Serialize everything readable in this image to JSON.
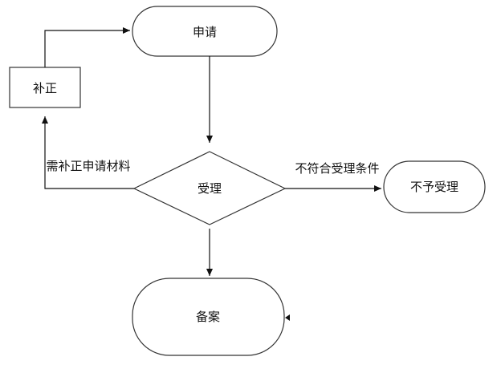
{
  "diagram": {
    "nodes": {
      "apply": {
        "label": "申请",
        "shape": "rounded-rectangle"
      },
      "supplement": {
        "label": "补正",
        "shape": "rectangle"
      },
      "accept": {
        "label": "受理",
        "shape": "diamond"
      },
      "reject": {
        "label": "不予受理",
        "shape": "rounded-rectangle"
      },
      "record": {
        "label": "备案",
        "shape": "rounded-rectangle"
      }
    },
    "edges": {
      "need_supplement": {
        "label": "需补正申请材料"
      },
      "not_qualified": {
        "label": "不符合受理条件"
      }
    }
  },
  "colors": {
    "stroke": "#333333",
    "arrow": "#111111",
    "text": "#111111",
    "background": "#ffffff"
  }
}
